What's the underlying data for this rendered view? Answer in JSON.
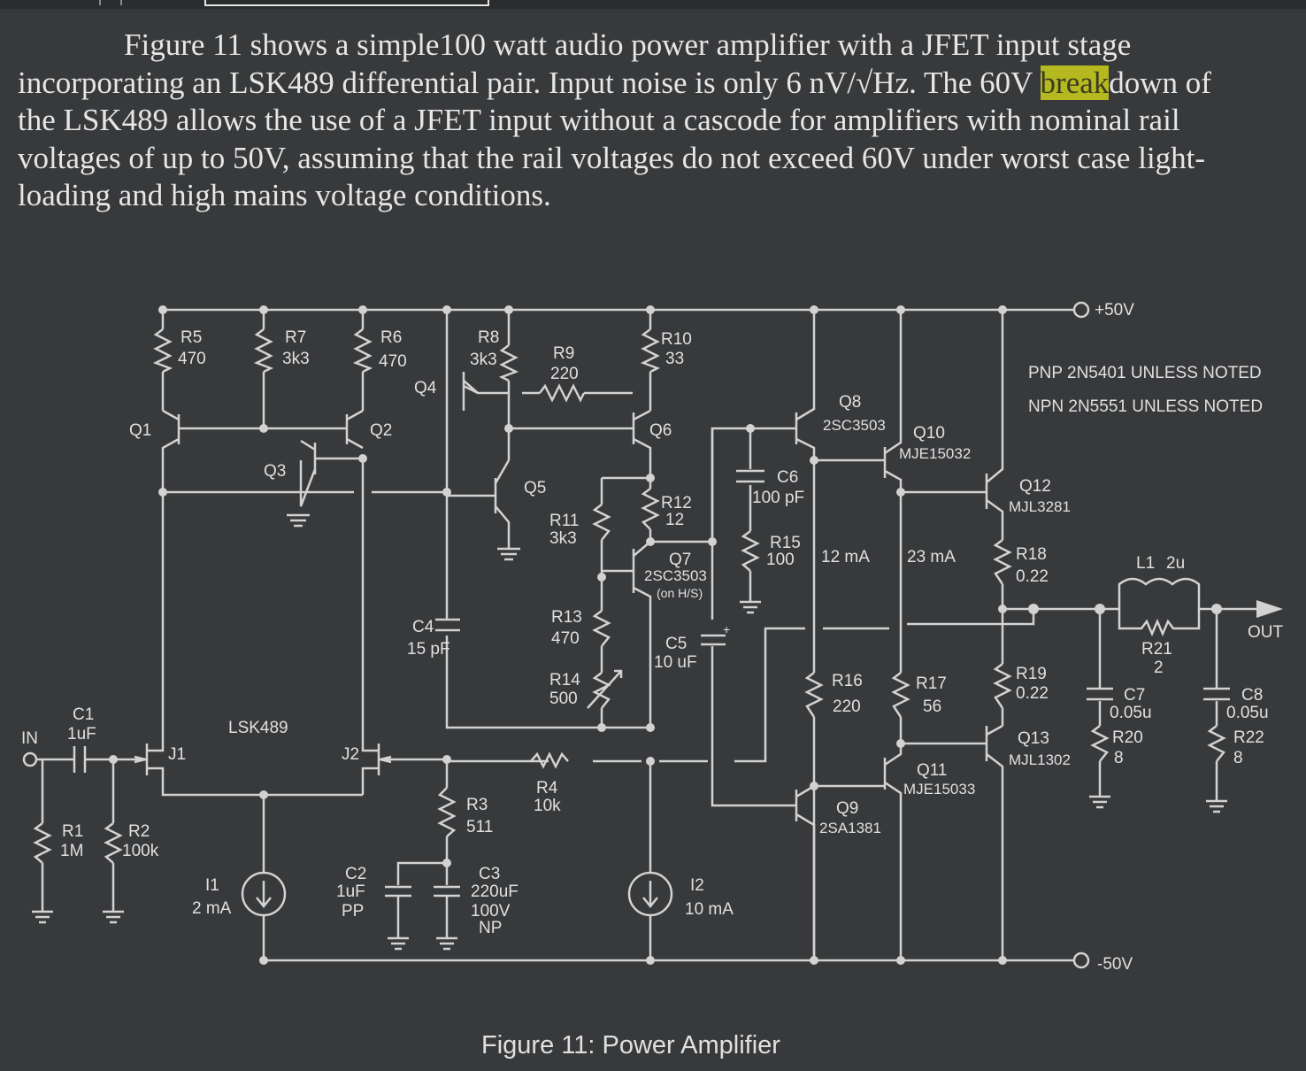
{
  "paragraph": {
    "line1": "Figure 11 shows a simple100 watt audio power amplifier with a JFET input stage",
    "line2a": "incorporating an LSK489 differential pair. Input noise is only 6 nV/√Hz. The 60V ",
    "line2_highlight": "break",
    "line2b": "down of",
    "line3": "the LSK489 allows the use of a JFET input without a cascode for amplifiers with nominal rail",
    "line4": "voltages of up to 50V, assuming that the rail voltages do not exceed 60V under worst case light-",
    "line5": "loading and high mains voltage conditions.",
    "highlight_color": "#b5b91f"
  },
  "schematic": {
    "caption": "Figure 11: Power Amplifier",
    "rail_pos": "+50V",
    "rail_neg": "-50V",
    "note_pnp": "PNP 2N5401 UNLESS NOTED",
    "note_npn": "NPN 2N5551 UNLESS NOTED",
    "input_label": "IN",
    "output_label": "OUT",
    "pair_label": "LSK489",
    "resistors": {
      "R1": {
        "name": "R1",
        "value": "1M"
      },
      "R2": {
        "name": "R2",
        "value": "100k"
      },
      "R3": {
        "name": "R3",
        "value": "511"
      },
      "R4": {
        "name": "R4",
        "value": "10k"
      },
      "R5": {
        "name": "R5",
        "value": "470"
      },
      "R6": {
        "name": "R6",
        "value": "470"
      },
      "R7": {
        "name": "R7",
        "value": "3k3"
      },
      "R8": {
        "name": "R8",
        "value": "3k3"
      },
      "R9": {
        "name": "R9",
        "value": "220"
      },
      "R10": {
        "name": "R10",
        "value": "33"
      },
      "R11": {
        "name": "R11",
        "value": "3k3"
      },
      "R12": {
        "name": "R12",
        "value": "12"
      },
      "R13": {
        "name": "R13",
        "value": "470"
      },
      "R14": {
        "name": "R14",
        "value": "500"
      },
      "R15": {
        "name": "R15",
        "value": "100"
      },
      "R16": {
        "name": "R16",
        "value": "220"
      },
      "R17": {
        "name": "R17",
        "value": "56"
      },
      "R18": {
        "name": "R18",
        "value": "0.22"
      },
      "R19": {
        "name": "R19",
        "value": "0.22"
      },
      "R20": {
        "name": "R20",
        "value": "8"
      },
      "R21": {
        "name": "R21",
        "value": "2"
      },
      "R22": {
        "name": "R22",
        "value": "8"
      }
    },
    "capacitors": {
      "C1": {
        "name": "C1",
        "value": "1uF"
      },
      "C2": {
        "name": "C2",
        "value": "1uF",
        "note": "PP"
      },
      "C3": {
        "name": "C3",
        "value": "220uF",
        "v": "100V",
        "note": "NP"
      },
      "C4": {
        "name": "C4",
        "value": "15 pF"
      },
      "C5": {
        "name": "C5",
        "value": "10 uF"
      },
      "C6": {
        "name": "C6",
        "value": "100 pF"
      },
      "C7": {
        "name": "C7",
        "value": "0.05u"
      },
      "C8": {
        "name": "C8",
        "value": "0.05u"
      }
    },
    "inductor": {
      "name": "L1",
      "value": "2u"
    },
    "sources": {
      "I1": {
        "name": "I1",
        "value": "2 mA"
      },
      "I2": {
        "name": "I2",
        "value": "10 mA"
      }
    },
    "currents": {
      "c1": "12 mA",
      "c2": "23 mA"
    },
    "transistors": {
      "Q1": {
        "name": "Q1"
      },
      "Q2": {
        "name": "Q2"
      },
      "Q3": {
        "name": "Q3"
      },
      "Q4": {
        "name": "Q4"
      },
      "Q5": {
        "name": "Q5"
      },
      "Q6": {
        "name": "Q6"
      },
      "Q7": {
        "name": "Q7",
        "part": "2SC3503",
        "note": "(on H/S)"
      },
      "Q8": {
        "name": "Q8",
        "part": "2SC3503"
      },
      "Q9": {
        "name": "Q9",
        "part": "2SA1381"
      },
      "Q10": {
        "name": "Q10",
        "part": "MJE15032"
      },
      "Q11": {
        "name": "Q11",
        "part": "MJE15033"
      },
      "Q12": {
        "name": "Q12",
        "part": "MJL3281"
      },
      "Q13": {
        "name": "Q13",
        "part": "MJL1302"
      },
      "J1": {
        "name": "J1"
      },
      "J2": {
        "name": "J2"
      }
    }
  }
}
